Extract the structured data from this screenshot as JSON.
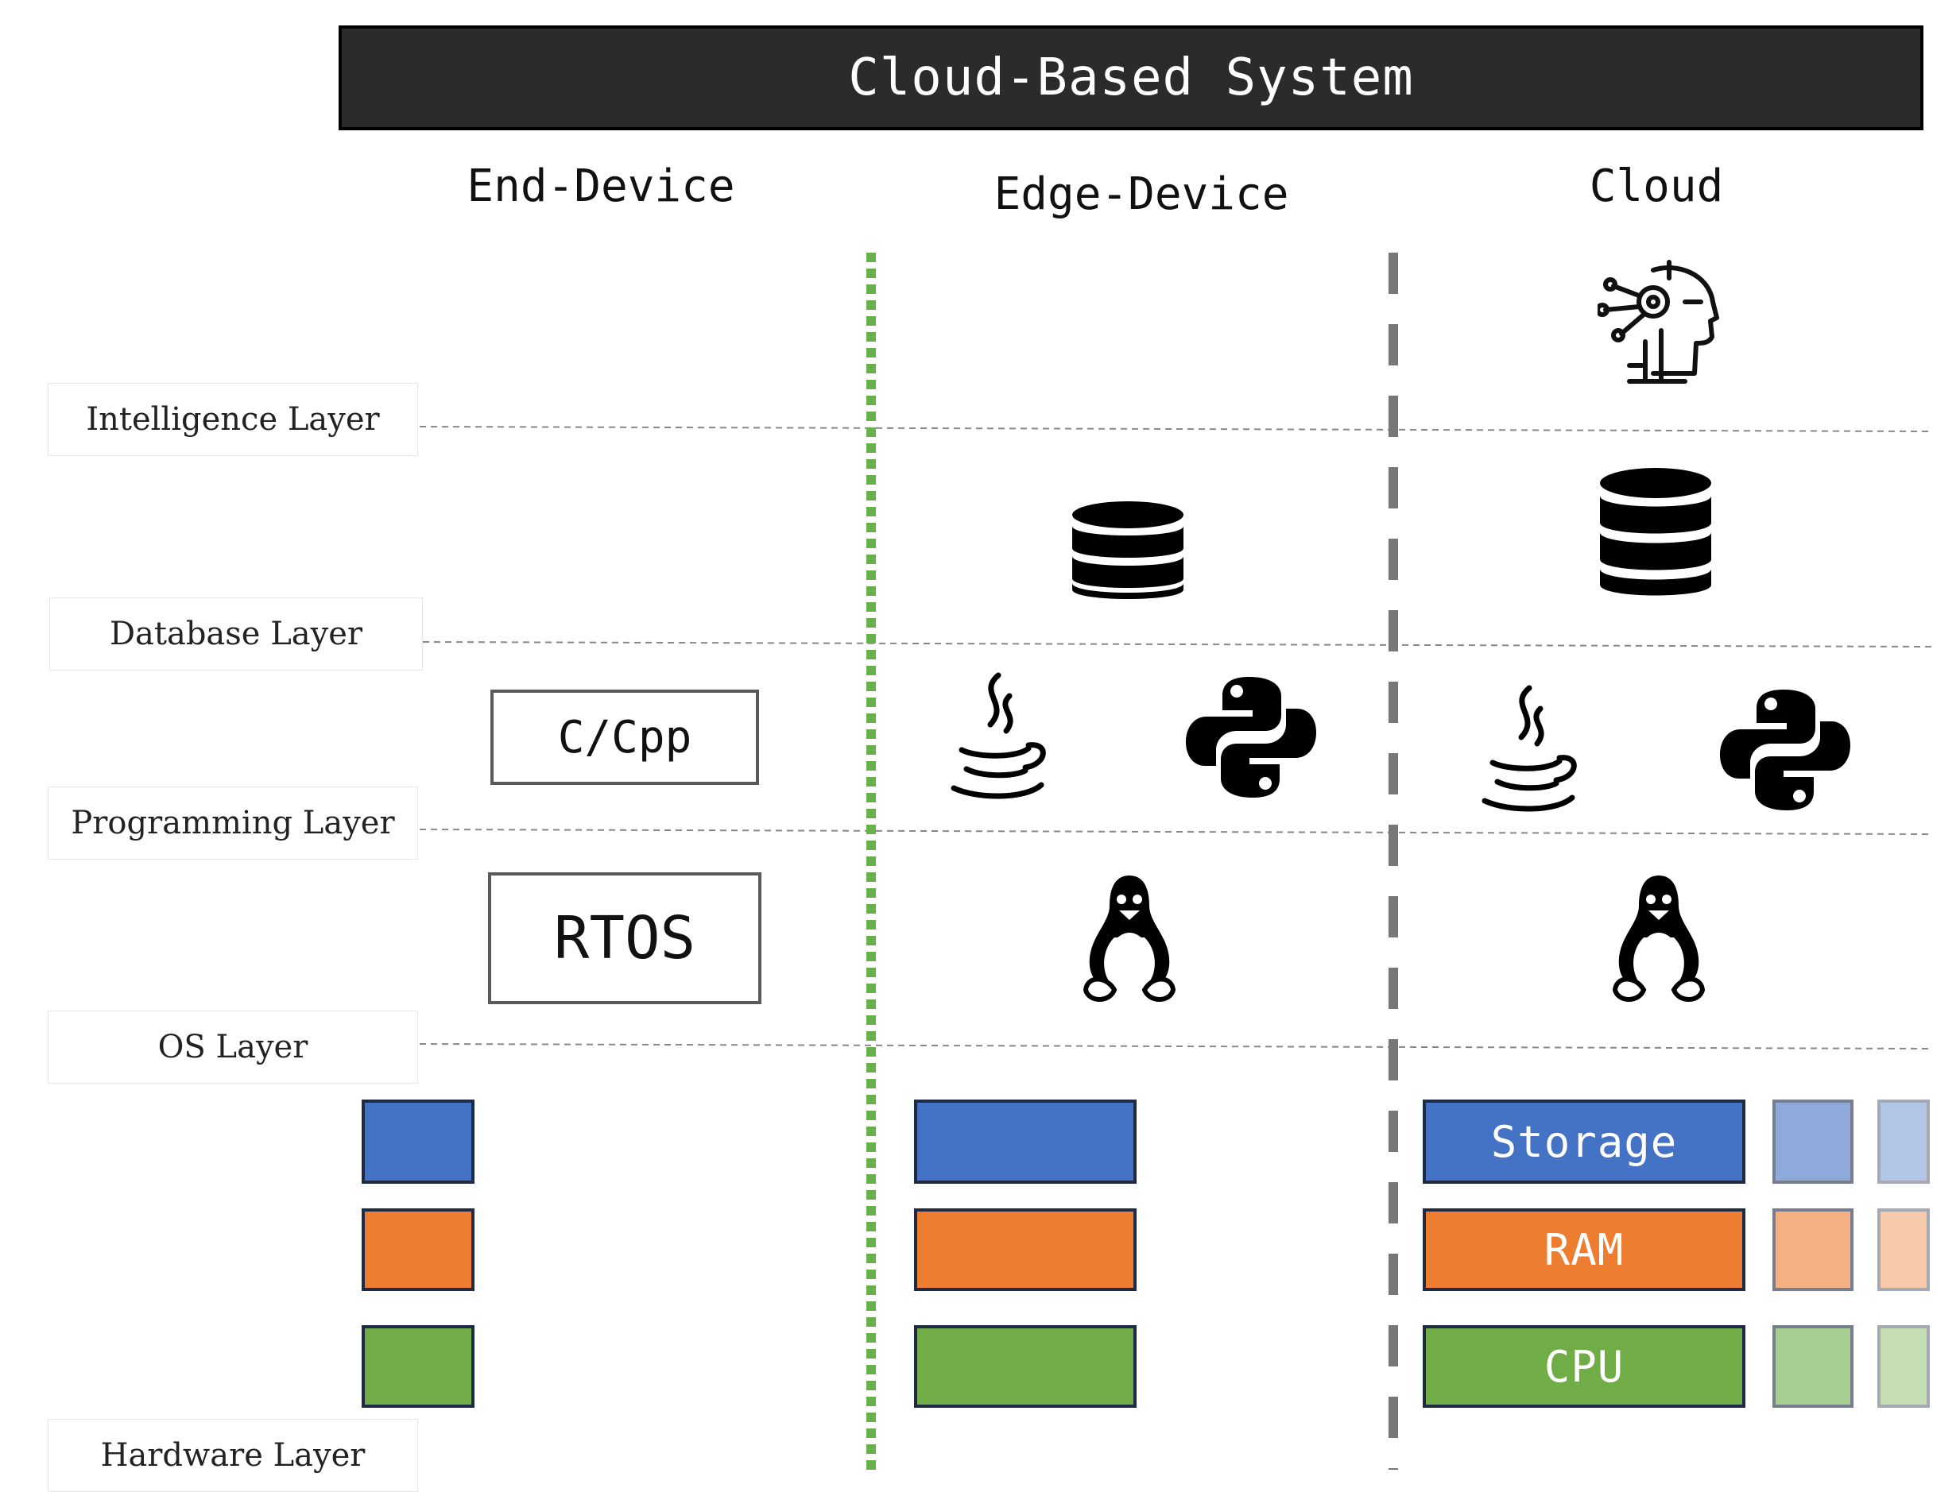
{
  "title": "Cloud-Based System",
  "columns": [
    {
      "id": "end-device",
      "label": "End-Device"
    },
    {
      "id": "edge-device",
      "label": "Edge-Device"
    },
    {
      "id": "cloud",
      "label": "Cloud"
    }
  ],
  "layers": [
    {
      "id": "intelligence",
      "label": "Intelligence Layer"
    },
    {
      "id": "database",
      "label": "Database Layer"
    },
    {
      "id": "programming",
      "label": "Programming Layer"
    },
    {
      "id": "os",
      "label": "OS Layer"
    },
    {
      "id": "hardware",
      "label": "Hardware Layer"
    }
  ],
  "end_device": {
    "programming": "C/Cpp",
    "os": "RTOS"
  },
  "icons": {
    "intelligence": "ai-head-icon",
    "database": "database-icon",
    "java": "java-icon",
    "python": "python-icon",
    "linux": "linux-penguin-icon"
  },
  "hardware": {
    "storage_label": "Storage",
    "ram_label": "RAM",
    "cpu_label": "CPU"
  },
  "colors": {
    "storage": "#4472c4",
    "ram": "#ed7d31",
    "cpu": "#70ad47",
    "title_bg": "#2b2b2b",
    "edge_separator": "#6ab04c",
    "cloud_separator": "#777777"
  }
}
